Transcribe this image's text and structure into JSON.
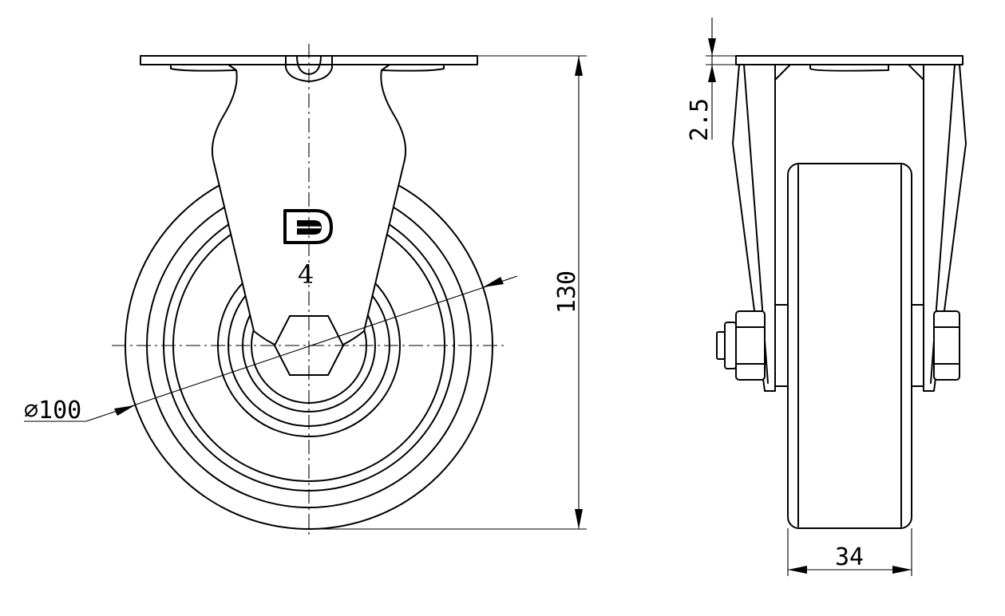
{
  "front_view": {
    "diameter_label": "⌀100",
    "part_number": "4"
  },
  "side_view": {
    "height_label": "130",
    "plate_thickness_label": "2.5",
    "width_label": "34"
  }
}
